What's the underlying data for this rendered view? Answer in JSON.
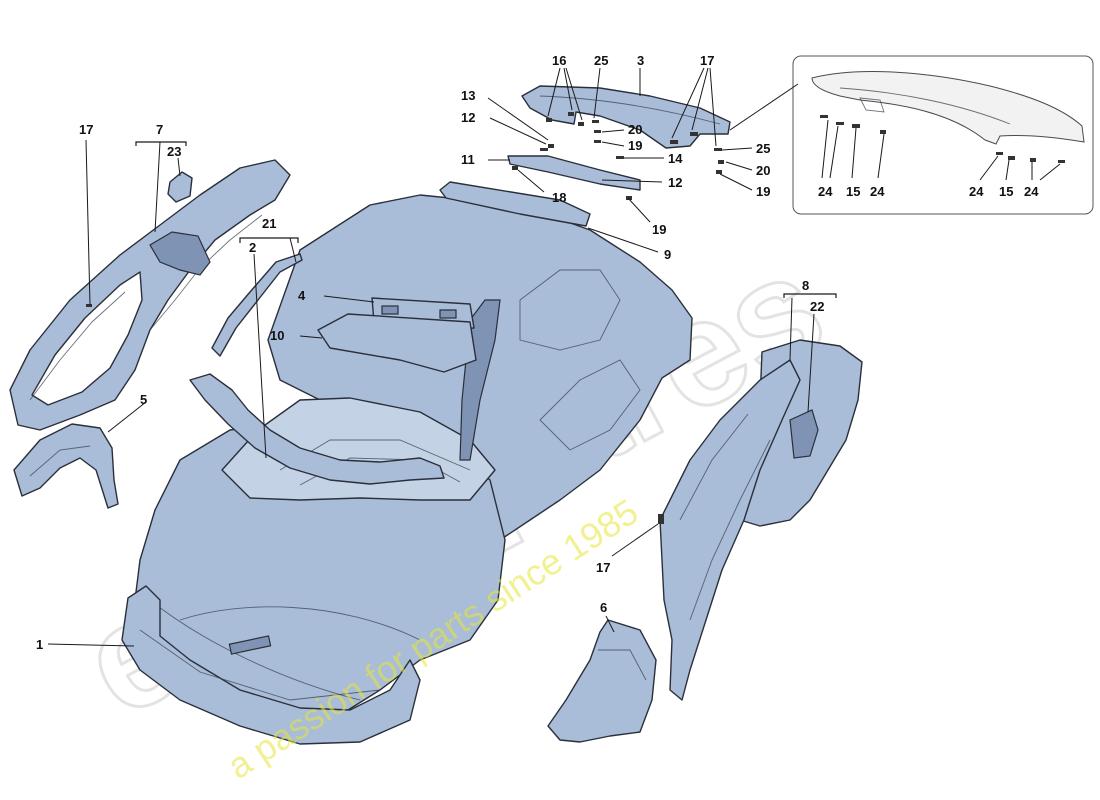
{
  "watermark": {
    "logo": "eurospares",
    "slogan": "a passion for parts since 1985"
  },
  "callouts": [
    "1",
    "2",
    "3",
    "4",
    "5",
    "6",
    "7",
    "8",
    "9",
    "10",
    "11",
    "12",
    "12",
    "13",
    "14",
    "14",
    "15",
    "15",
    "16",
    "16",
    "17",
    "17",
    "18",
    "18",
    "19",
    "19",
    "20",
    "20",
    "21",
    "22",
    "23",
    "24",
    "24",
    "24",
    "24",
    "25",
    "25"
  ],
  "colors": {
    "part_fill": "#a9bcd8",
    "outline": "#2a2f3a",
    "watermark_slogan": "#e6e63a"
  }
}
